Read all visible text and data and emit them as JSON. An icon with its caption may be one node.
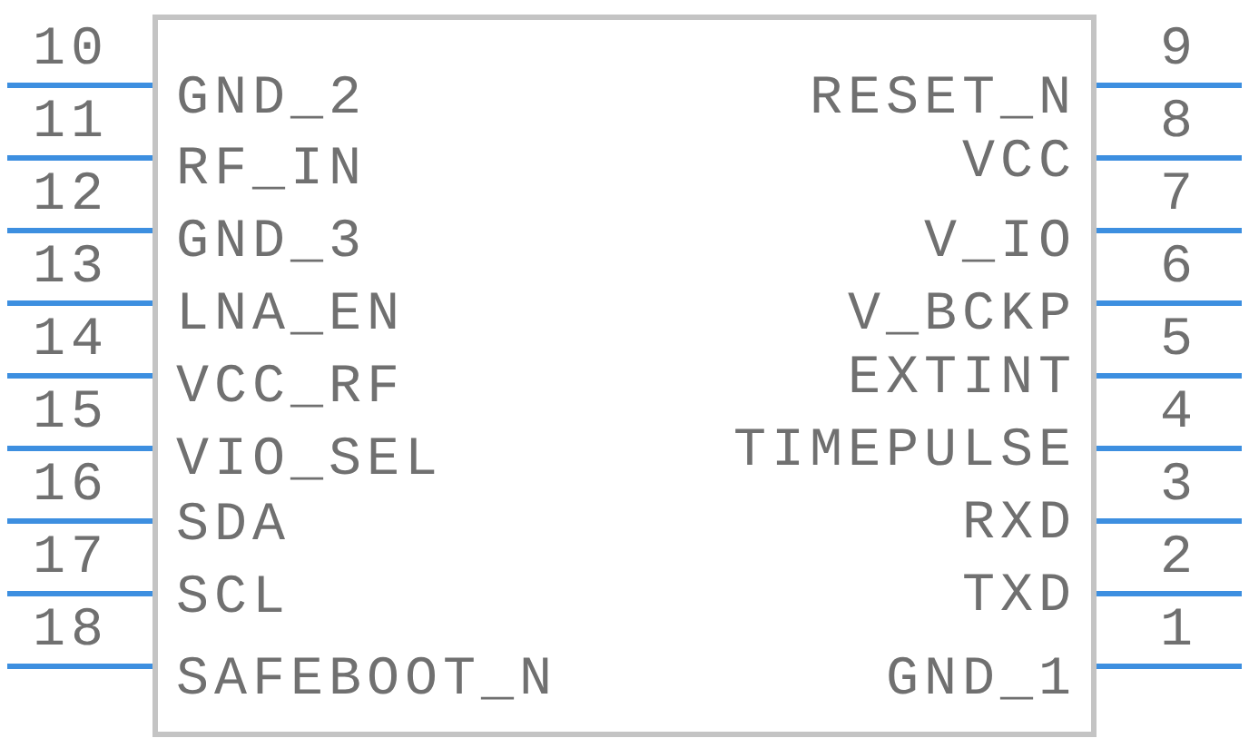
{
  "diagram": {
    "nodes": [
      {
        "text": [
          "GND_2",
          "RF_IN",
          "GND_3",
          "LNA_EN",
          "VCC_RF",
          "VIO_SEL",
          "SDA",
          "SCL",
          "SAFEBOOT_N",
          "RESET_N",
          "VCC",
          "V_IO",
          "V_BCKP",
          "EXTINT",
          "TIMEPULSE",
          "RXD",
          "TXD",
          "GND_1"
        ]
      }
    ],
    "labels": [
      "10",
      "11",
      "12",
      "13",
      "14",
      "15",
      "16",
      "17",
      "18",
      "9",
      "8",
      "7",
      "6",
      "5",
      "4",
      "3",
      "2",
      "1"
    ]
  }
}
